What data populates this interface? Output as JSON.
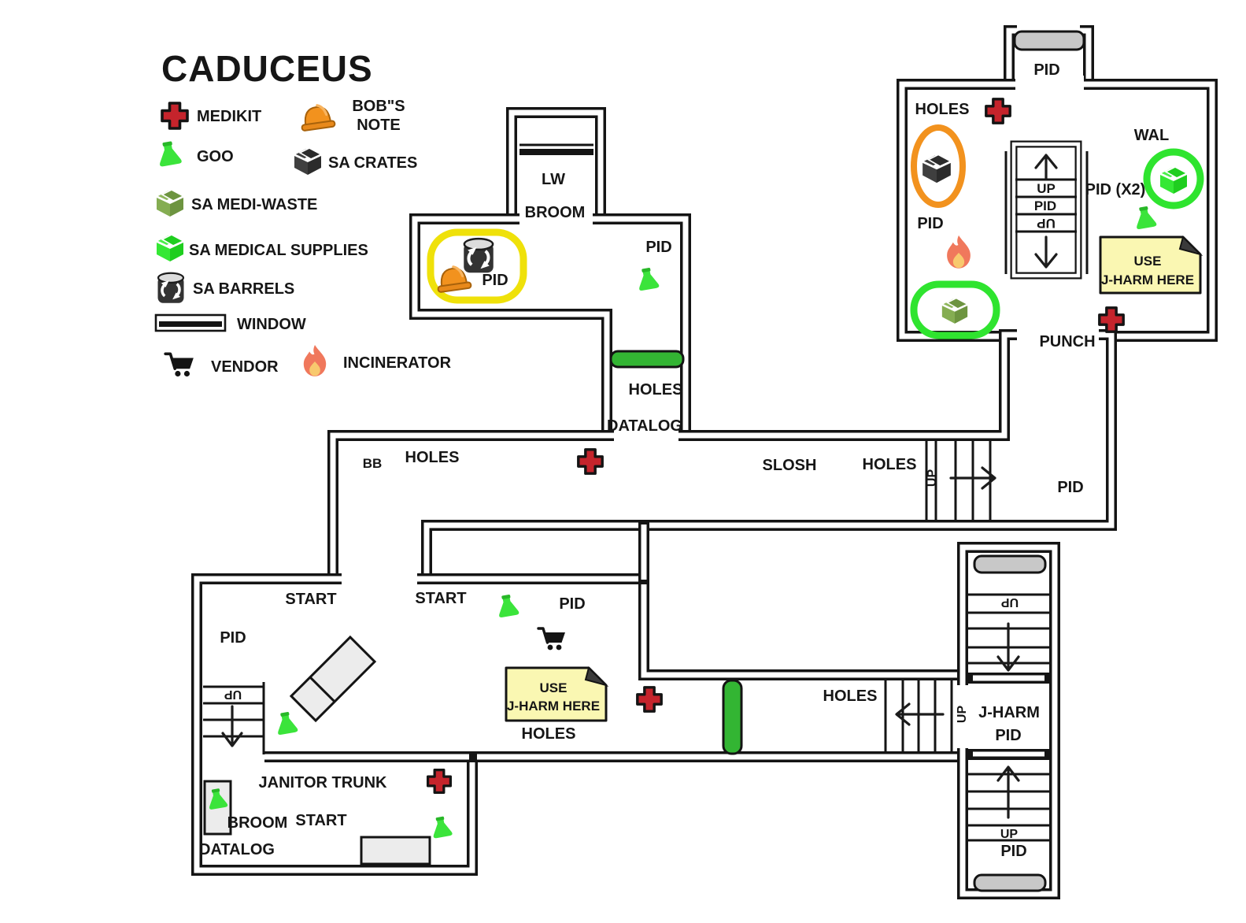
{
  "title": "CADUCEUS",
  "legend": {
    "items": [
      {
        "icon": "medikit-icon",
        "label": "MEDIKIT"
      },
      {
        "icon": "bobs-note-icon",
        "line1": "BOB\"S",
        "line2": "NOTE"
      },
      {
        "icon": "goo-icon",
        "label": "GOO"
      },
      {
        "icon": "sa-crates-icon",
        "label": "SA CRATES"
      },
      {
        "icon": "sa-medi-waste-icon",
        "label": "SA MEDI-WASTE"
      },
      {
        "icon": "sa-medical-supplies-icon",
        "label": "SA MEDICAL SUPPLIES"
      },
      {
        "icon": "sa-barrels-icon",
        "label": "SA BARRELS"
      },
      {
        "icon": "window-icon",
        "label": "WINDOW"
      },
      {
        "icon": "vendor-icon",
        "label": "VENDOR"
      },
      {
        "icon": "incinerator-icon",
        "label": "INCINERATOR"
      }
    ]
  },
  "map": {
    "labels": {
      "lw": "LW",
      "broom_top": "BROOM",
      "pid_yellow_room": "PID",
      "pid_mid_corridor": "PID",
      "holes_mid_corridor": "HOLES",
      "datalog_mid_corridor": "DATALOG",
      "pid_tr_entrance": "PID",
      "holes_tr_room": "HOLES",
      "wal": "WAL",
      "up_tr_stairs": "UP",
      "pid_tr_stairs": "PID",
      "up_tr_stairs_down": "UP",
      "pid_x2": "PID (X2)",
      "pid_tr_left": "PID",
      "punch": "PUNCH",
      "bb": "BB",
      "holes_main_corridor": "HOLES",
      "slosh": "SLOSH",
      "holes_main_corridor_right": "HOLES",
      "up_main_corridor_stairs": "UP",
      "pid_main_corridor_right": "PID",
      "start_bl_room": "START",
      "start_mid_room": "START",
      "pid_bl_room": "PID",
      "pid_mid_room": "PID",
      "holes_mid_room": "HOLES",
      "up_bl_stairs": "UP",
      "janitor_trunk": "JANITOR TRUNK",
      "broom_janitor": "BROOM",
      "start_janitor": "START",
      "datalog_janitor": "DATALOG",
      "holes_br_corridor": "HOLES",
      "up_br_corridor_stairs": "UP",
      "jharm_room_line1": "J-HARM",
      "jharm_room_line2": "PID",
      "up_tower_top": "UP",
      "up_tower_bottom": "UP",
      "pid_tower_bottom": "PID"
    },
    "sticky_notes": [
      {
        "line1": "USE",
        "line2": "J-HARM HERE"
      },
      {
        "line1": "USE",
        "line2": "J-HARM HERE"
      }
    ],
    "colors": {
      "wall": "#141414",
      "medikit_red": "#C5242C",
      "goo_green": "#3BE43B",
      "highlight_yellow": "#EFE10A",
      "highlight_orange": "#F2921E",
      "highlight_green": "#2FE42F",
      "door_green": "#33B533",
      "door_gray": "#C8C8C8",
      "note_yellow": "#FAF7B2",
      "crate_dark": "#3F3F3F",
      "crate_olive": "#85AD52",
      "crate_green": "#35E835",
      "flame": "#F0785C",
      "flame_inner": "#F8C96E",
      "furniture_gray": "#ECECEC"
    }
  }
}
